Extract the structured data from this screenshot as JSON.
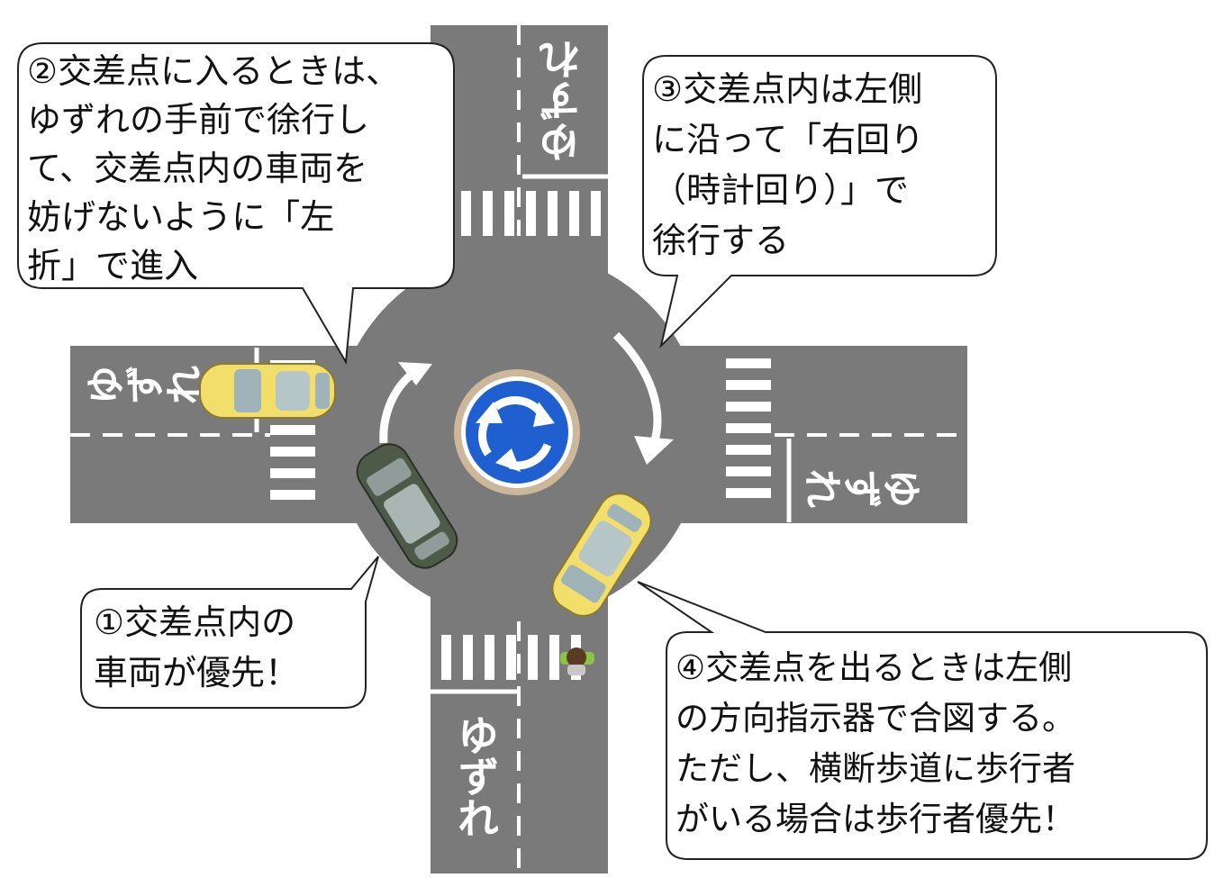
{
  "colors": {
    "road": "#7a7a7a",
    "marking": "#ffffff",
    "sign_blue": "#1f5fd0",
    "sign_ring": "#cdb79a",
    "car_yellow": "#f2df6b",
    "car_dark": "#4e5a48",
    "pedestrian_shirt": "#8bc34a"
  },
  "road_markings": {
    "north": "ゆずれ",
    "west": "ゆずれ",
    "east": "ゆずれ",
    "south": "ゆずれ"
  },
  "sign": {
    "icon": "roundabout-sign-icon"
  },
  "callouts": {
    "c2": {
      "lines": [
        "②交差点に入るときは、",
        "ゆずれの手前で徐行し",
        "て、交差点内の車両を",
        "妨げないように「左",
        "折」で進入"
      ]
    },
    "c3": {
      "lines": [
        "③交差点内は左側",
        "に沿って「右回り",
        "（時計回り）」で",
        "徐行する"
      ]
    },
    "c1": {
      "lines": [
        "①交差点内の",
        "車両が優先！"
      ]
    },
    "c4": {
      "lines": [
        "④交差点を出るときは左側",
        "の方向指示器で合図する。",
        "ただし、横断歩道に歩行者",
        "がいる場合は歩行者優先！"
      ]
    }
  }
}
